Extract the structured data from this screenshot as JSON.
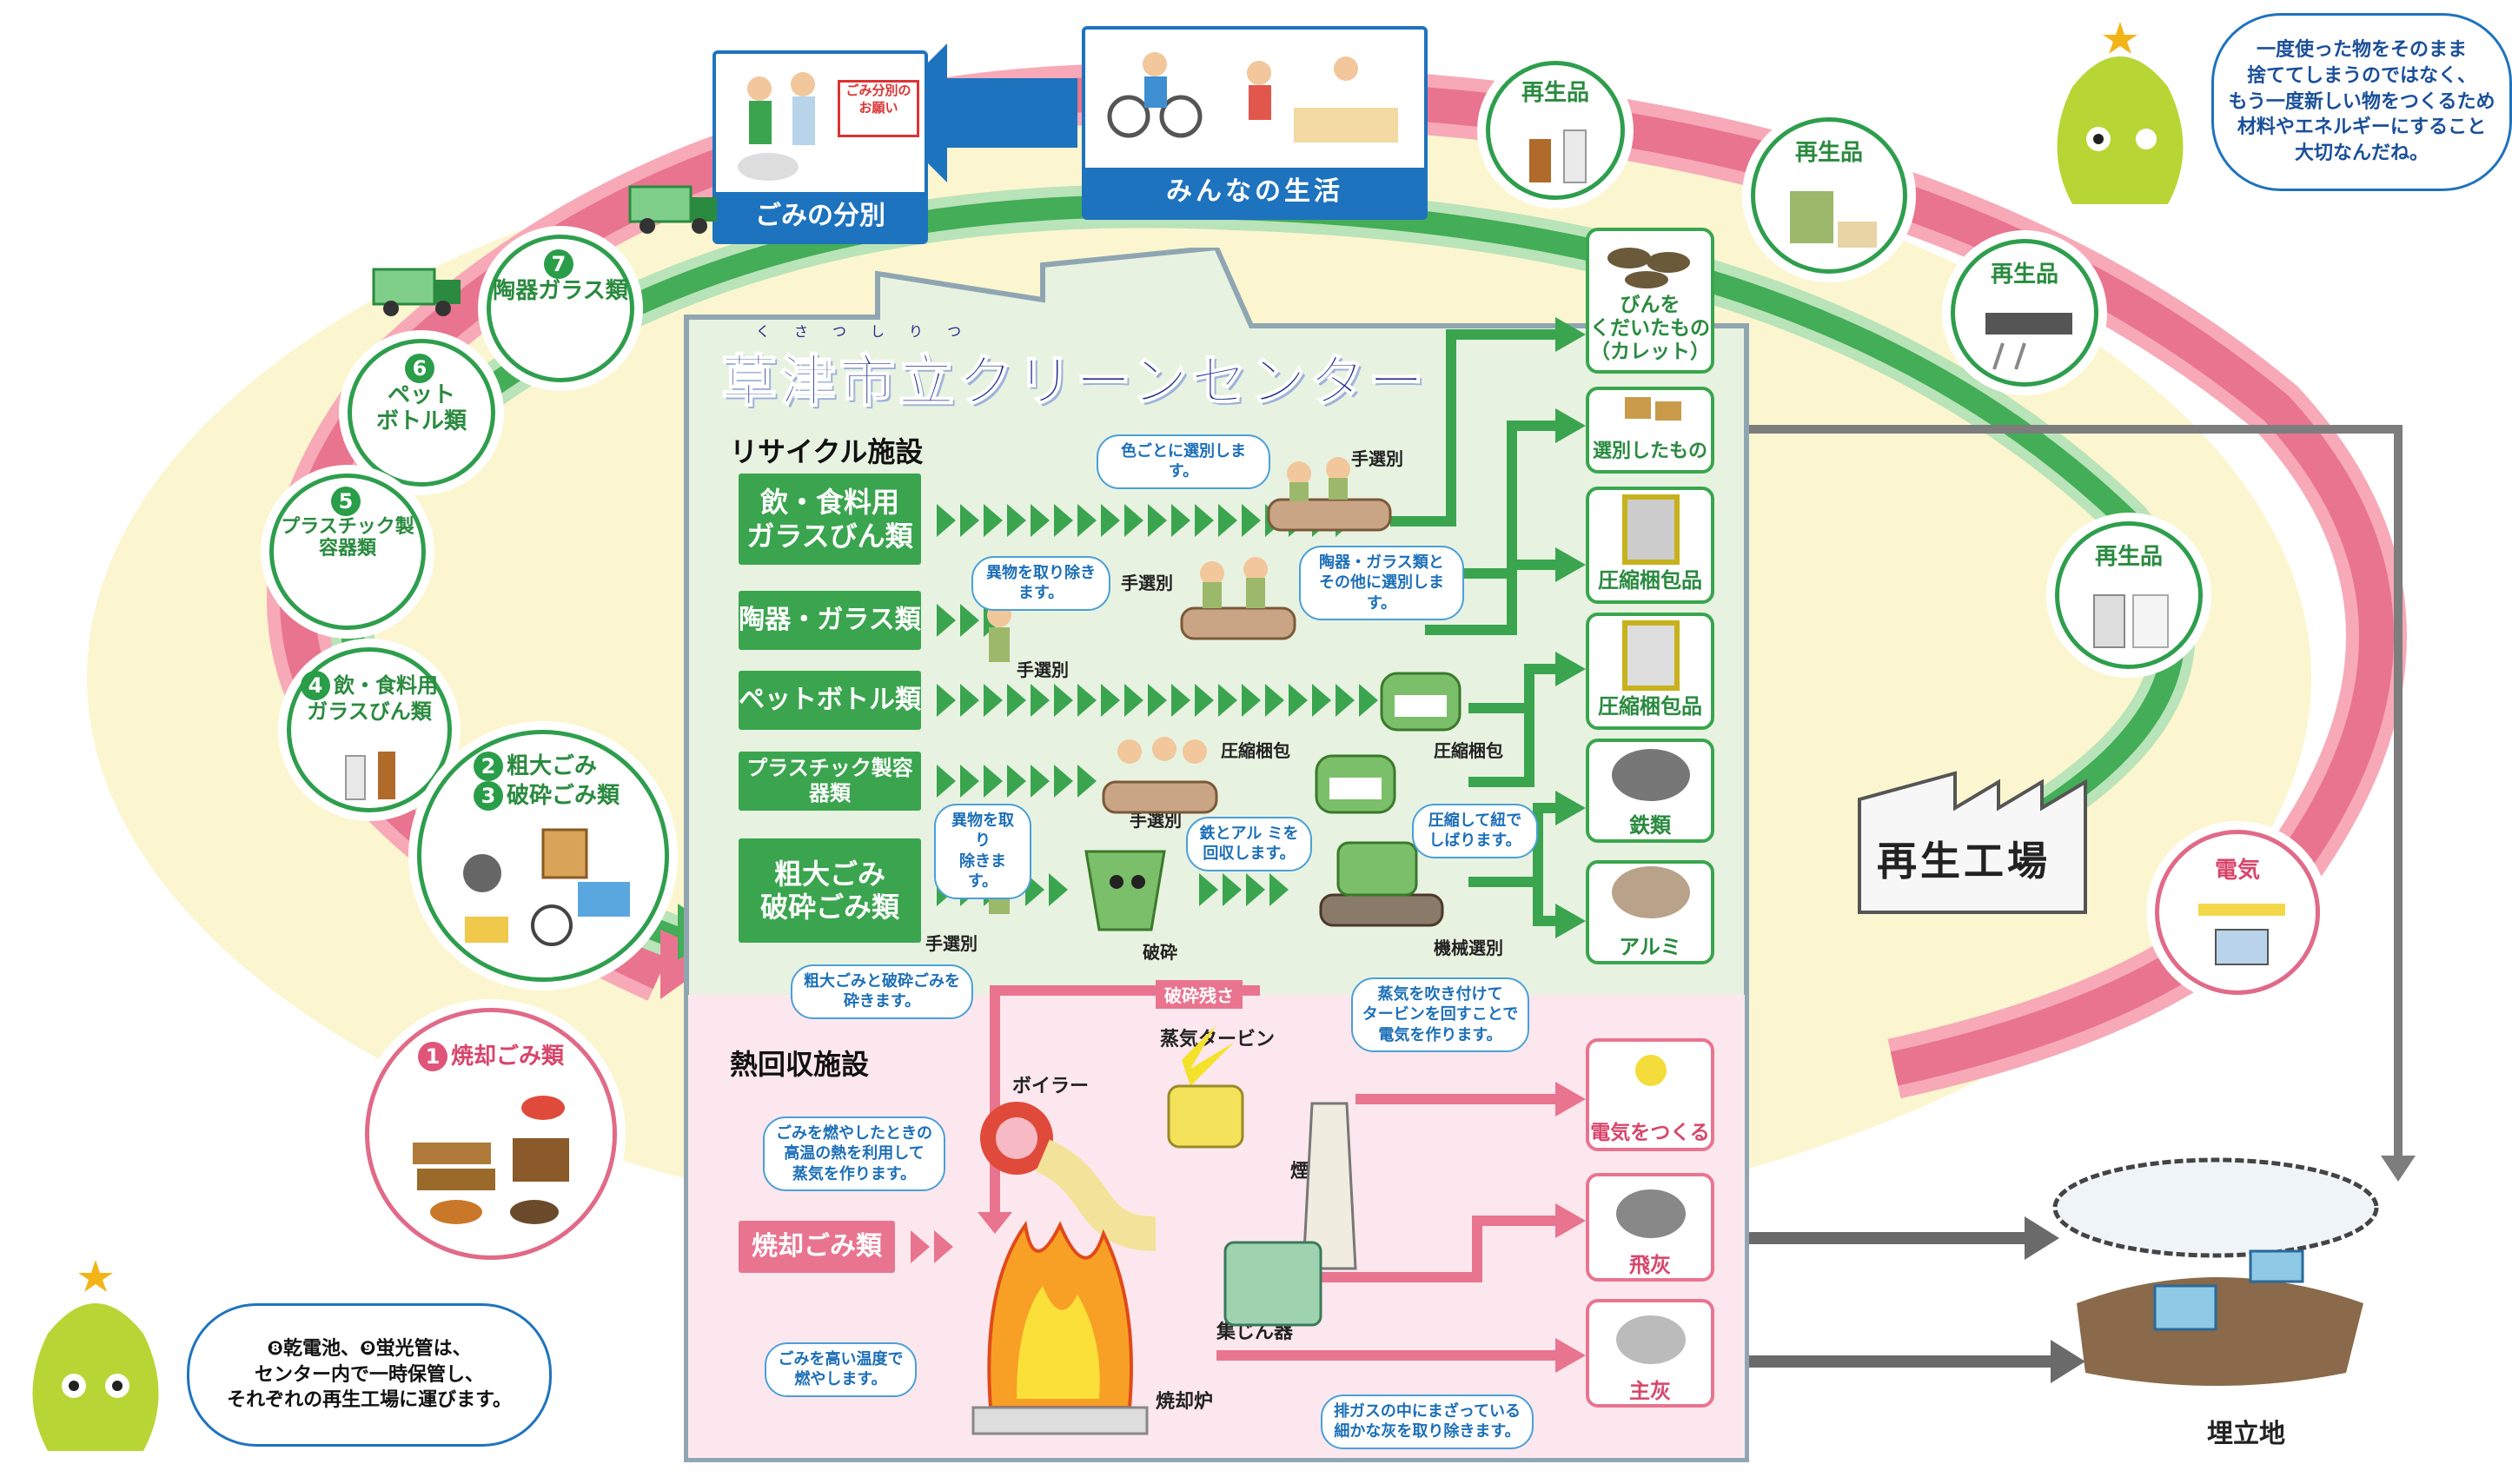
{
  "title": "草津市立クリーンセンター",
  "ruby_title": "くさつしりつ",
  "top": {
    "living": "みんなの生活",
    "sorting": "ごみの分別",
    "sign": "ごみ分別の\nお願い"
  },
  "circles_left": {
    "c7": {
      "num": "7",
      "label": "陶器ガラス類"
    },
    "c6": {
      "num": "6",
      "label": "ペット\nボトル類"
    },
    "c5": {
      "num": "5",
      "label": "プラスチック製\n容器類"
    },
    "c4": {
      "num": "4",
      "label": "飲・食料用\nガラスびん類"
    },
    "c23": {
      "num_a": "2",
      "label_a": "粗大ごみ",
      "num_b": "3",
      "label_b": "破砕ごみ類"
    },
    "c1": {
      "num": "1",
      "label": "焼却ごみ類"
    }
  },
  "recycle": {
    "header": "リサイクル施設",
    "categories": [
      "飲・食料用\nガラスびん類",
      "陶器・ガラス類",
      "ペットボトル類",
      "プラスチック製容器類",
      "粗大ごみ\n破砕ごみ類"
    ]
  },
  "heat": {
    "header": "熱回収施設",
    "category": "焼却ごみ類"
  },
  "outputs": {
    "cullet": "びんを\nくだいたもの\n（カレット）",
    "sorted": "選別したもの",
    "bale1": "圧縮梱包品",
    "bale2": "圧縮梱包品",
    "iron": "鉄類",
    "alumi": "アルミ",
    "electricity": "電気をつくる",
    "flyash": "飛灰",
    "mainash": "主灰"
  },
  "labels": {
    "hand_sort": "手選別",
    "compress": "圧縮梱包",
    "crush": "破砕",
    "machine_sort": "機械選別",
    "residue": "破砕残さ",
    "turbine": "蒸気タービン",
    "boiler": "ボイラー",
    "chimney": "煙突",
    "collector": "集じん器",
    "incinerator": "焼却炉",
    "factory": "再生工場",
    "landfill": "埋立地"
  },
  "callouts": {
    "color": "色ごとに選別します。",
    "foreign1": "異物を取り除きます。",
    "ceramic": "陶器・ガラス類と\nその他に選別します。",
    "foreign2": "異物を取り\n除きます。",
    "ironalu": "鉄とアル ミを\n回収します。",
    "press": "圧縮して紐で\nしばります。",
    "crushing": "粗大ごみと破砕ごみを\n砕きます。",
    "steam": "蒸気を吹き付けて\nタービンを回すことで\n電気を作ります。",
    "heatuse": "ごみを燃やしたときの\n高温の熱を利用して\n蒸気を作ります。",
    "burn": "ごみを高い温度で\n燃やします。",
    "dust": "排ガスの中にまざっている\n細かな灰を取り除きます。"
  },
  "recycled": {
    "r1": "再生品",
    "r2": "再生品",
    "r3": "再生品",
    "r4": "再生品",
    "r5": "電気"
  },
  "speech_top": "一度使った物をそのまま\n捨ててしまうのではなく、\nもう一度新しい物をつくるため\n材料やエネルギーにすること\n大切なんだね。",
  "speech_bottom": "❽乾電池、❾蛍光管は、\nセンター内で一時保管し、\nそれぞれの再生工場に運びます。",
  "colors": {
    "green": "#3aa54e",
    "pink": "#e9748f",
    "blue": "#1e73be",
    "navy": "#1f2a8a"
  }
}
